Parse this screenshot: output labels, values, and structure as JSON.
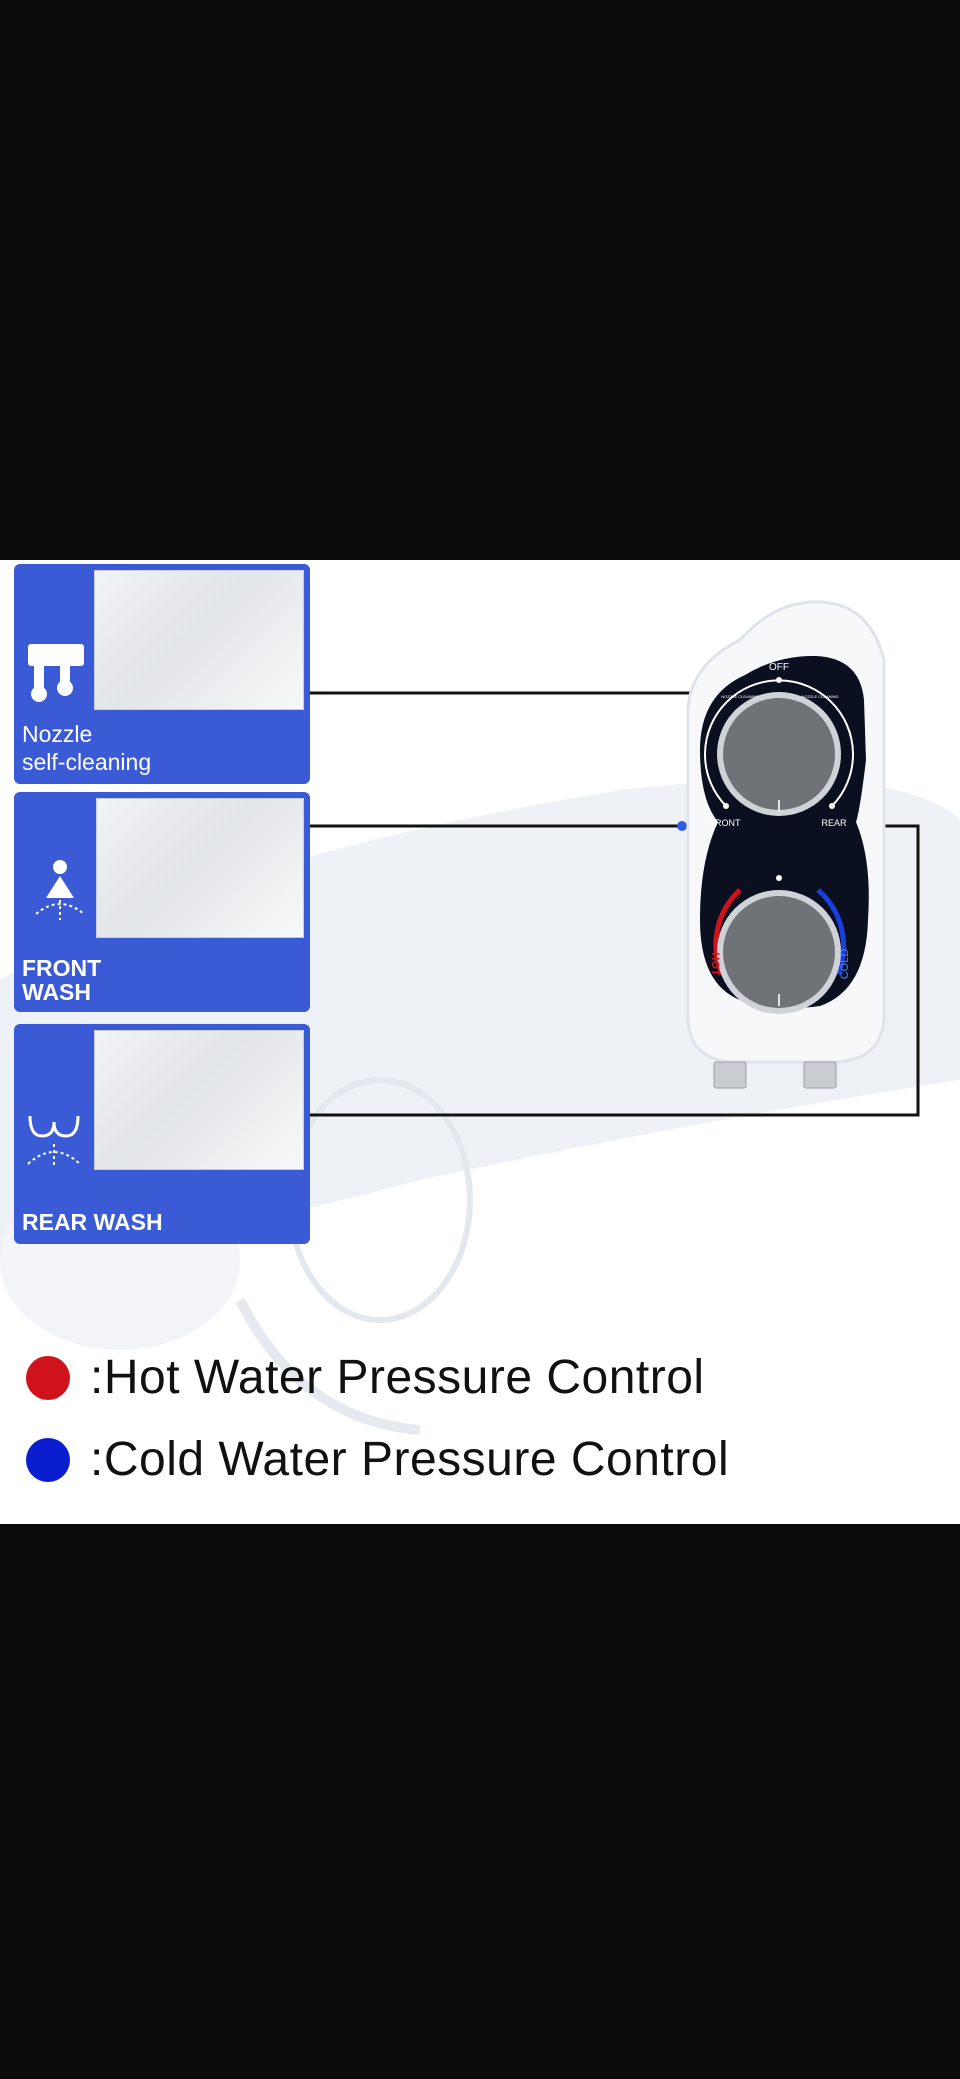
{
  "cards": [
    {
      "label_line1": "Nozzle",
      "label_line2": "self-cleaning",
      "icon": "nozzle-icon"
    },
    {
      "label_line1": "FRONT",
      "label_line2": "WASH",
      "icon": "front-wash-icon"
    },
    {
      "label_line1": "REAR WASH",
      "icon": "rear-wash-icon"
    }
  ],
  "device": {
    "top_dial": {
      "off_label": "OFF",
      "left_mode": "NOZZLE CLEANING",
      "right_mode": "NOZZLE CLEANING",
      "front_label": "FRONT",
      "rear_label": "REAR"
    },
    "bottom_dial": {
      "hot_label": "HOT",
      "cold_label": "COLD"
    }
  },
  "legend": [
    {
      "text": ":Hot Water Pressure Control",
      "color": "#d0121b"
    },
    {
      "text": ":Cold Water Pressure Control",
      "color": "#0a1ed0"
    }
  ],
  "colors": {
    "card_blue": "#3a5ad6",
    "connector": "#111111",
    "accent_dot": "#2d5be6"
  }
}
